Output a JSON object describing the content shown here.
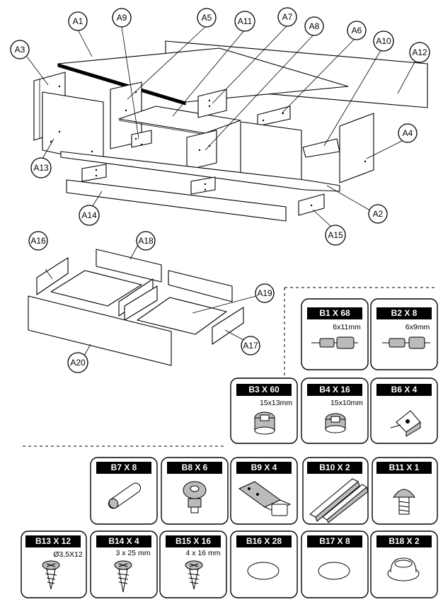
{
  "labels": {
    "A1": "A1",
    "A2": "A2",
    "A3": "A3",
    "A4": "A4",
    "A5": "A5",
    "A6": "A6",
    "A7": "A7",
    "A8": "A8",
    "A9": "A9",
    "A10": "A10",
    "A11": "A11",
    "A12": "A12",
    "A13": "A13",
    "A14": "A14",
    "A15": "A15",
    "A16": "A16",
    "A17": "A17",
    "A18": "A18",
    "A19": "A19",
    "A20": "A20"
  },
  "hardware": [
    {
      "id": "B1",
      "title": "B1 X 68",
      "spec": "6x11mm",
      "icon": "dowel-connector-icon"
    },
    {
      "id": "B2",
      "title": "B2 X 8",
      "spec": "6x9mm",
      "icon": "dowel-connector-icon"
    },
    {
      "id": "B3",
      "title": "B3 X 60",
      "spec": "15x13mm",
      "icon": "cam-lock-icon"
    },
    {
      "id": "B4",
      "title": "B4 X 16",
      "spec": "15x10mm",
      "icon": "cam-lock-icon"
    },
    {
      "id": "B6",
      "title": "B6 X 4",
      "spec": "",
      "icon": "corner-bracket-icon"
    },
    {
      "id": "B7",
      "title": "B7 X 8",
      "spec": "",
      "icon": "wooden-dowel-icon"
    },
    {
      "id": "B8",
      "title": "B8 X 6",
      "spec": "",
      "icon": "shelf-support-icon"
    },
    {
      "id": "B9",
      "title": "B9 X 4",
      "spec": "",
      "icon": "hinge-icon"
    },
    {
      "id": "B10",
      "title": "B10 X 2",
      "spec": "",
      "icon": "drawer-slide-icon"
    },
    {
      "id": "B11",
      "title": "B11 X 1",
      "spec": "",
      "icon": "mushroom-screw-icon"
    },
    {
      "id": "B13",
      "title": "B13 X 12",
      "spec": "Ø3,5X12",
      "icon": "screw-icon"
    },
    {
      "id": "B14",
      "title": "B14 X 4",
      "spec": "3 x 25 mm",
      "icon": "screw-icon"
    },
    {
      "id": "B15",
      "title": "B15 X 16",
      "spec": "4 x 16 mm",
      "icon": "screw-icon"
    },
    {
      "id": "B16",
      "title": "B16 X 28",
      "spec": "",
      "icon": "cover-cap-icon"
    },
    {
      "id": "B17",
      "title": "B17 X 8",
      "spec": "",
      "icon": "cover-cap-icon"
    },
    {
      "id": "B18",
      "title": "B18 X 2",
      "spec": "",
      "icon": "felt-pad-icon"
    }
  ]
}
